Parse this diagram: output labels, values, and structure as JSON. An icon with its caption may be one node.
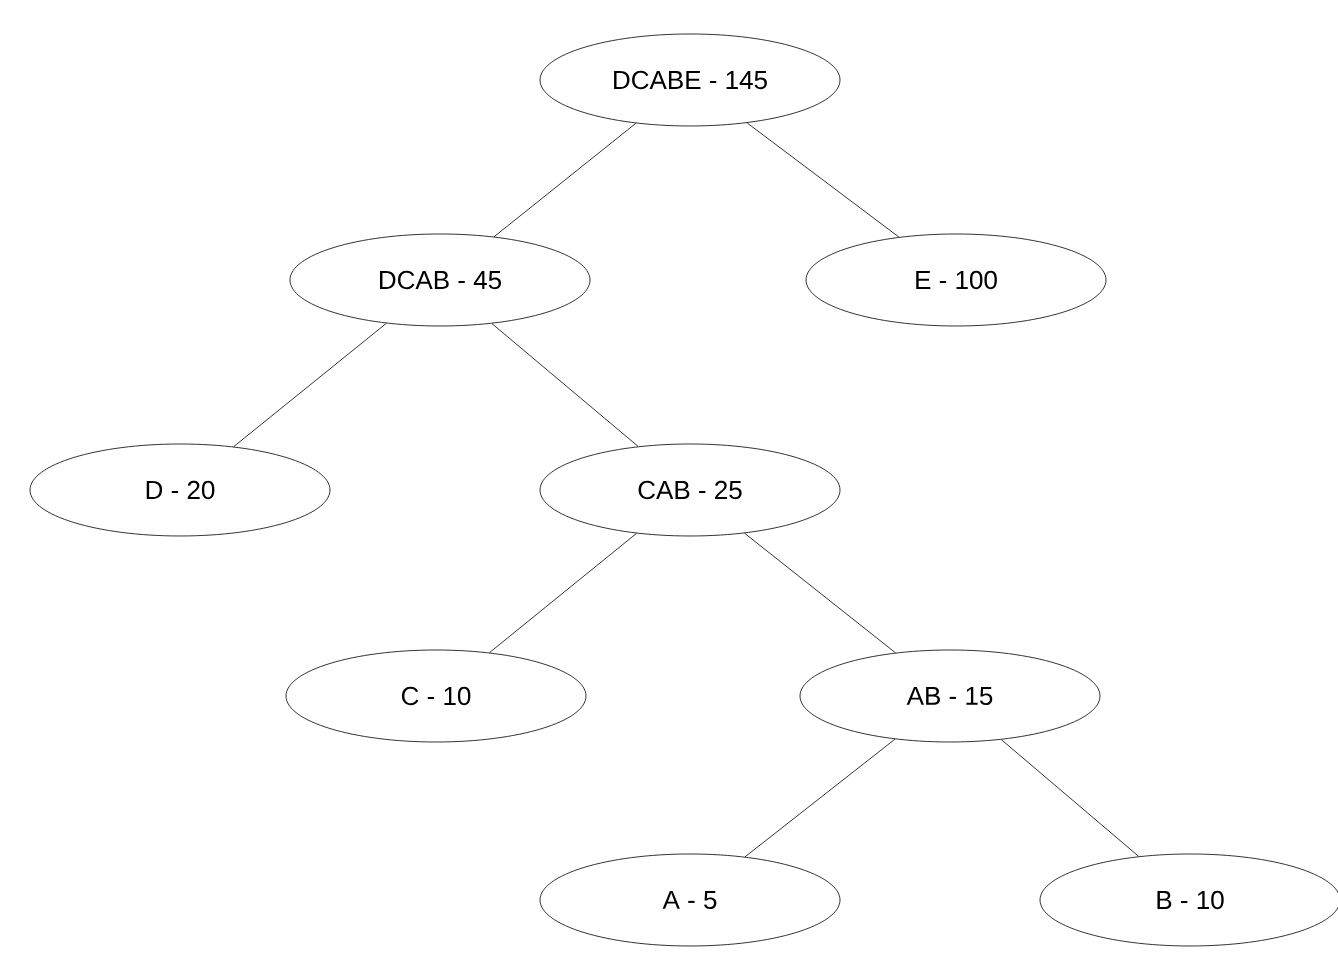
{
  "diagram": {
    "nodes": [
      {
        "text": [
          "DCABE - 145"
        ]
      },
      {
        "text": [
          "DCAB - 45"
        ]
      },
      {
        "text": [
          "E - 100"
        ]
      },
      {
        "text": [
          "D - 20"
        ]
      },
      {
        "text": [
          "CAB - 25"
        ]
      },
      {
        "text": [
          "C - 10"
        ]
      },
      {
        "text": [
          "AB - 15"
        ]
      },
      {
        "text": [
          "A - 5"
        ]
      },
      {
        "text": [
          "B - 10"
        ]
      }
    ],
    "edges": [
      {
        "from": 0,
        "to": 1,
        "arrow": "none"
      },
      {
        "from": 0,
        "to": 2,
        "arrow": "none"
      },
      {
        "from": 1,
        "to": 3,
        "arrow": "none"
      },
      {
        "from": 1,
        "to": 4,
        "arrow": "none"
      },
      {
        "from": 4,
        "to": 5,
        "arrow": "none"
      },
      {
        "from": 4,
        "to": 6,
        "arrow": "none"
      },
      {
        "from": 6,
        "to": 7,
        "arrow": "none"
      },
      {
        "from": 6,
        "to": 8,
        "arrow": "none"
      }
    ]
  }
}
